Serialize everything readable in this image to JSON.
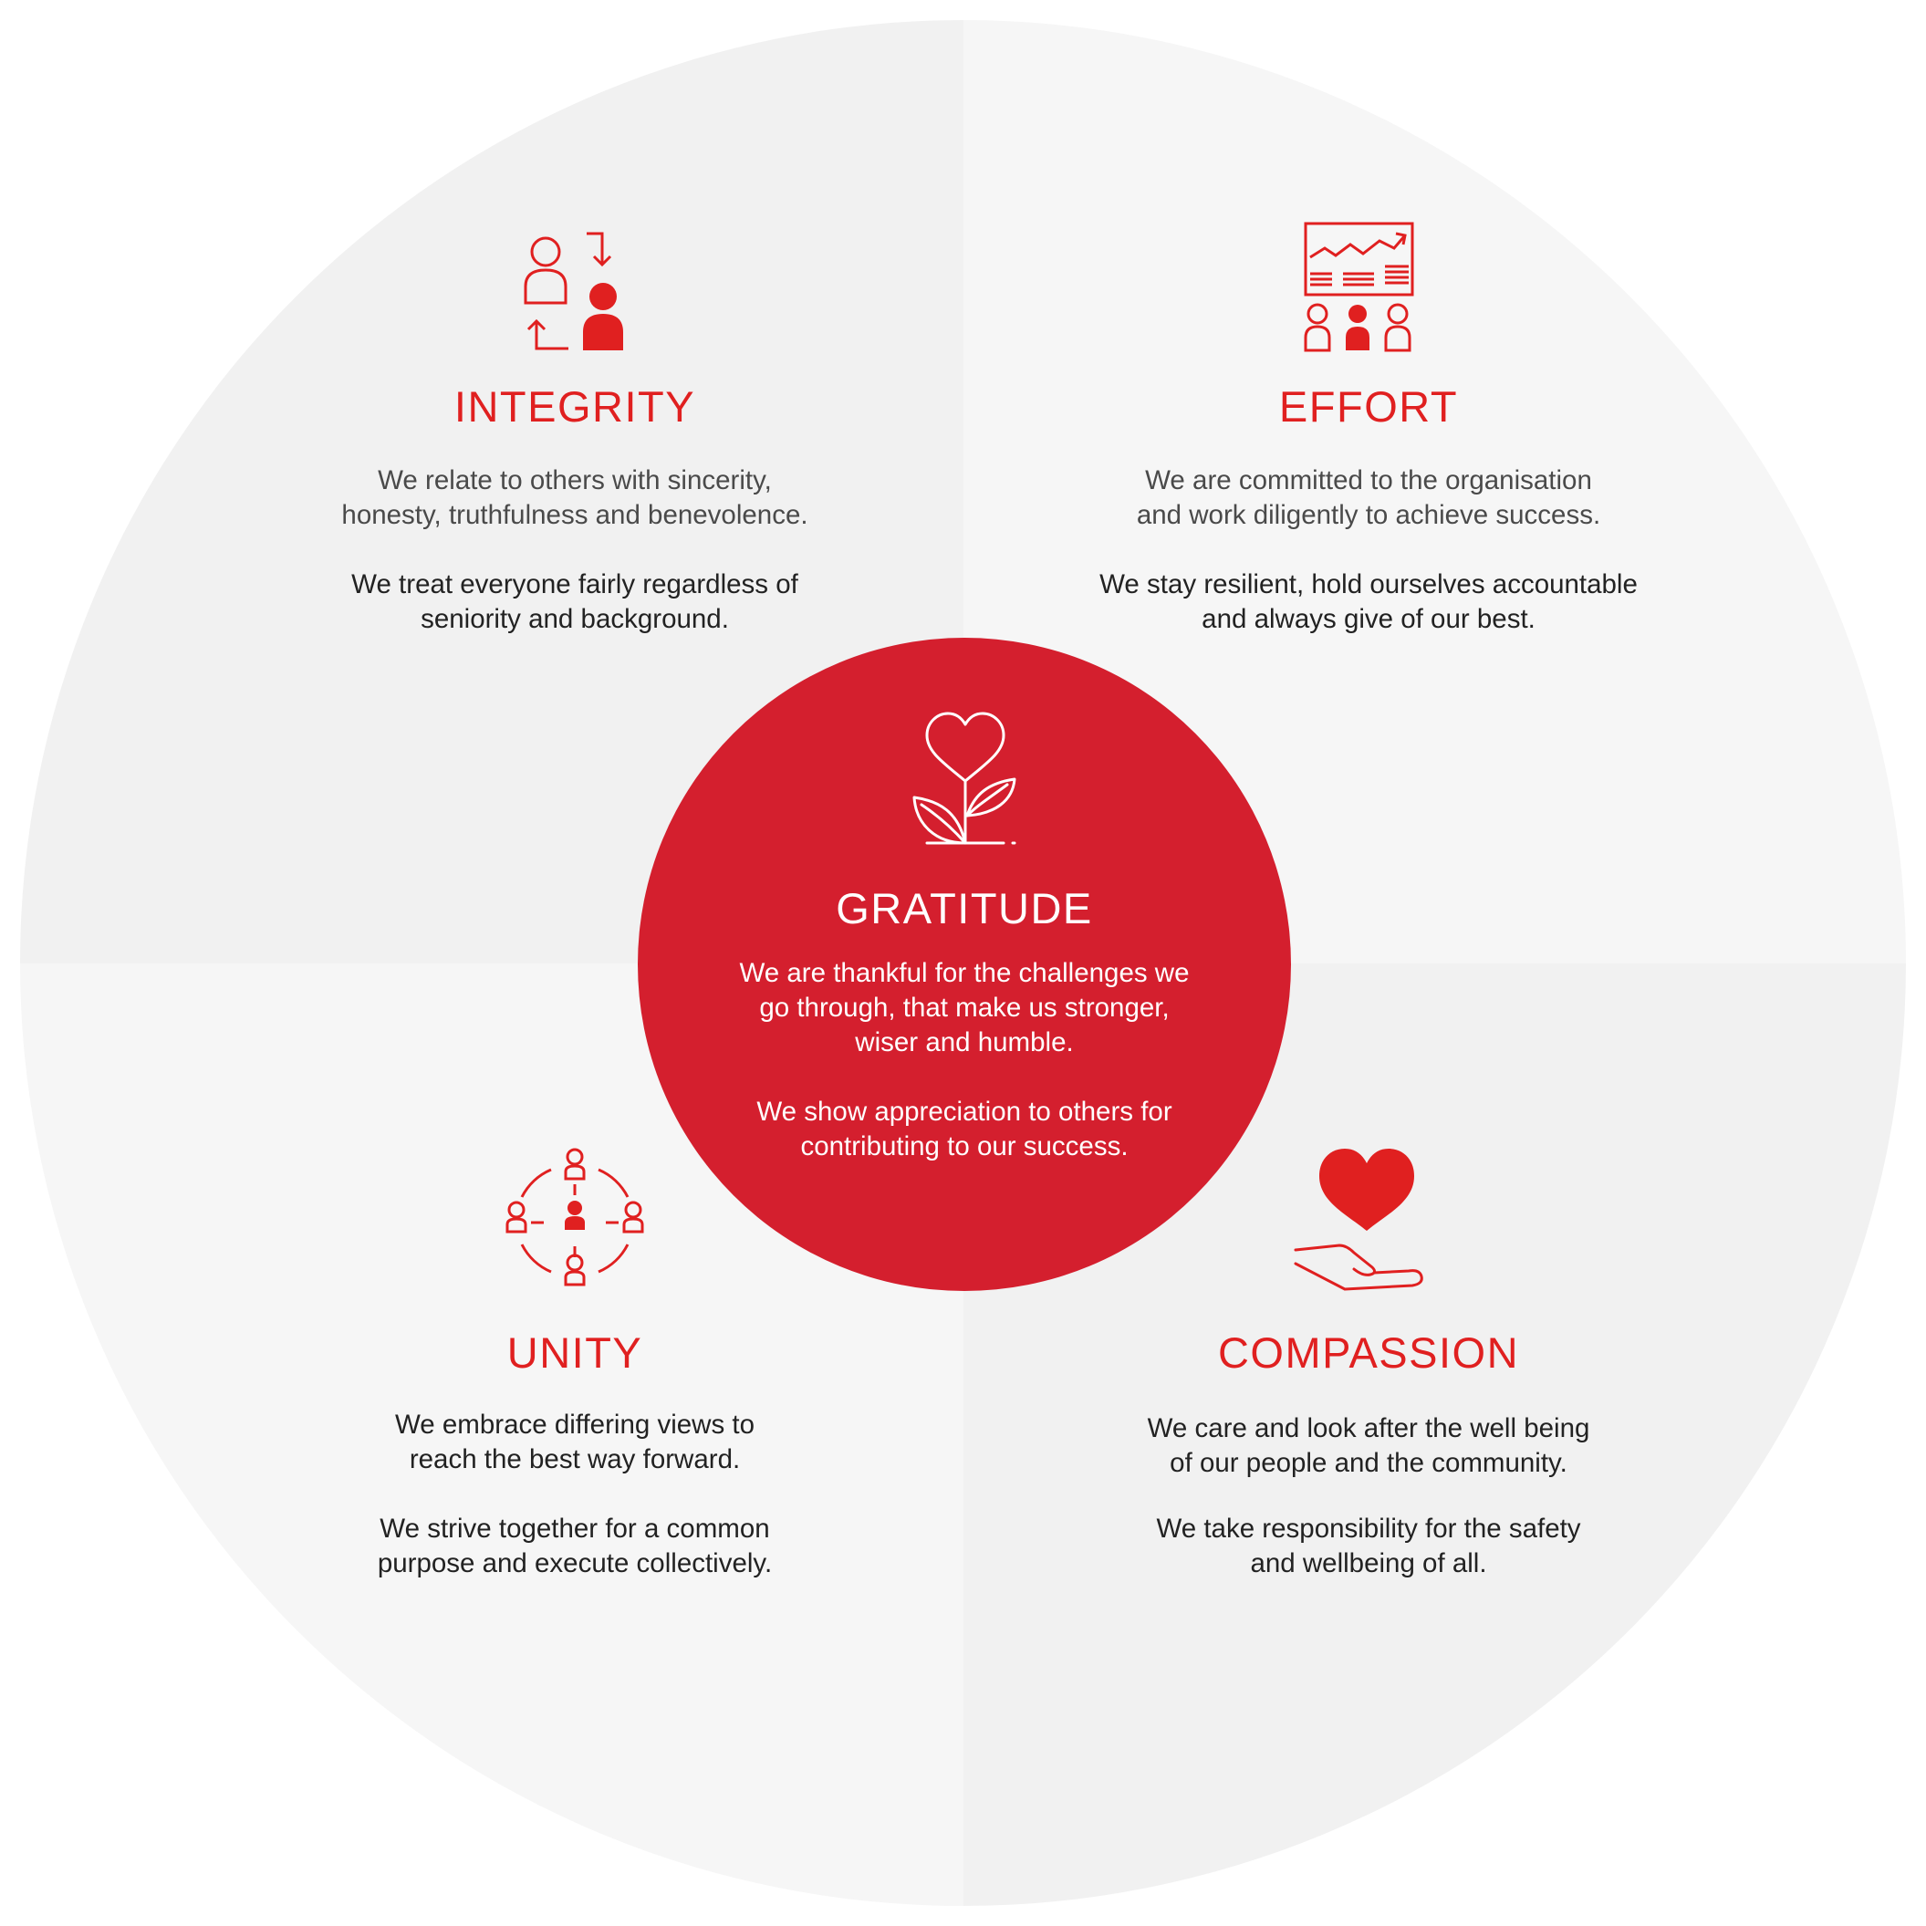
{
  "colors": {
    "accent": "#e02020",
    "center_fill": "#d41f2e",
    "text": "#222222",
    "bg_light": "#f1f1f1",
    "bg_lighter": "#f6f6f6"
  },
  "values": [
    {
      "id": "integrity",
      "title": "INTEGRITY",
      "icon": "people-exchange-icon",
      "paragraphs": [
        [
          "We relate to others with sincerity,",
          "honesty, truthfulness and benevolence."
        ],
        [
          "We treat everyone fairly regardless of",
          "seniority and background."
        ]
      ]
    },
    {
      "id": "effort",
      "title": "EFFORT",
      "icon": "presentation-chart-team-icon",
      "paragraphs": [
        [
          "We are committed to the organisation",
          "and work diligently to achieve success."
        ],
        [
          "We stay resilient, hold ourselves accountable",
          "and always give of our best."
        ]
      ]
    },
    {
      "id": "gratitude",
      "title": "GRATITUDE",
      "icon": "heart-plant-icon",
      "paragraphs": [
        [
          "We are thankful for the challenges we",
          "go through, that make us stronger,",
          "wiser and humble."
        ],
        [
          "We show appreciation to others for",
          "contributing to our success."
        ]
      ]
    },
    {
      "id": "unity",
      "title": "UNITY",
      "icon": "connected-people-circle-icon",
      "paragraphs": [
        [
          "We embrace differing views to",
          "reach the best way forward."
        ],
        [
          "We strive together for a common",
          "purpose and execute collectively."
        ]
      ]
    },
    {
      "id": "compassion",
      "title": "COMPASSION",
      "icon": "heart-in-hand-icon",
      "paragraphs": [
        [
          "We care and look after the well being",
          "of our people and the community."
        ],
        [
          "We take responsibility for the safety",
          "and wellbeing of all."
        ]
      ]
    }
  ]
}
